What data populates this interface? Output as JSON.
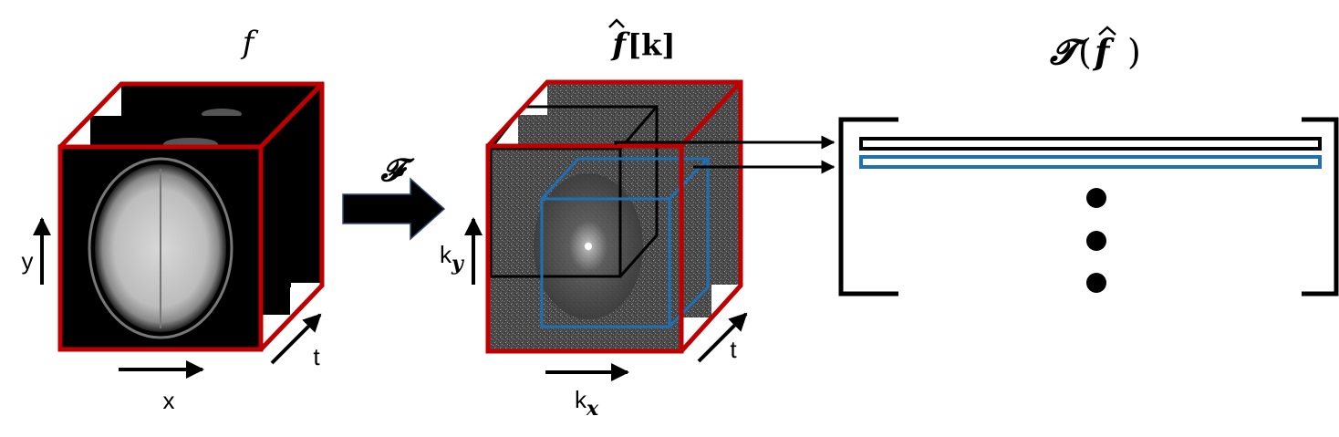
{
  "labels": {
    "spatial_volume": "f",
    "kspace_volume": "f̂[k]",
    "kspace_f": "f",
    "kspace_bracket": "[k]",
    "transform_output": "𝓣(f̂)",
    "transform_T": "𝓣",
    "transform_paren_open": "(",
    "transform_paren_close": ")",
    "fourier_operator": "𝓕",
    "axis_x": "x",
    "axis_y": "y",
    "axis_t_left": "t",
    "axis_kx_base": "k",
    "axis_kx_sub": "x",
    "axis_ky_base": "k",
    "axis_ky_sub": "y",
    "axis_t_right": "t"
  },
  "colors": {
    "cube_edge": "#c00000",
    "black_patch": "#000000",
    "blue_patch": "#1f6fb5",
    "image_background": "#000000",
    "kspace_noise": "#555555"
  },
  "icons": {
    "fourier_arrow": "block-arrow-right-icon",
    "vertical_ellipsis": "vertical-ellipsis-icon"
  }
}
